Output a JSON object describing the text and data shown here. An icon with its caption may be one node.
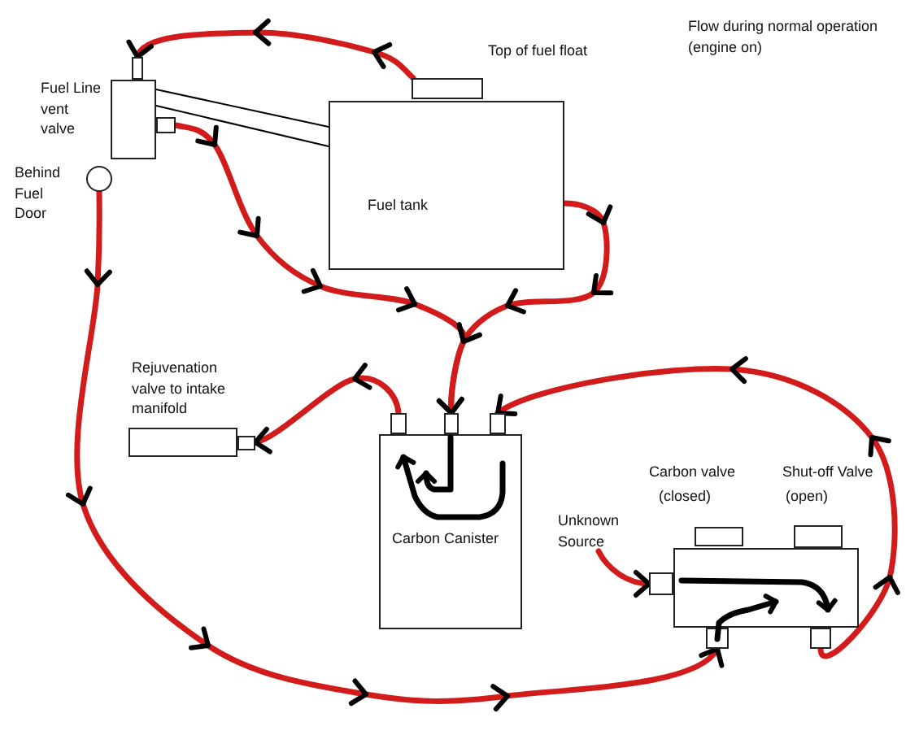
{
  "diagram": {
    "title": "Flow during normal operation (engine on)",
    "nodes": [
      {
        "text": [],
        "shape": "box",
        "beside": [
          "Fuel Line vent valve"
        ]
      },
      {
        "text": [
          "Fuel tank"
        ]
      },
      {
        "text": [],
        "shape": "box",
        "beside": [
          "Top of fuel float"
        ]
      },
      {
        "text": [],
        "shape": "circle",
        "beside": [
          "Behind Fuel Door"
        ]
      },
      {
        "text": [],
        "shape": "box",
        "beside": [
          "Rejuvenation valve to intake manifold"
        ]
      },
      {
        "text": [
          "Carbon Canister"
        ]
      },
      {
        "text": [
          "Unknown Source"
        ]
      },
      {
        "text": [],
        "shape": "box"
      },
      {
        "text": [],
        "shape": "box",
        "beside": [
          "Carbon valve (closed)"
        ]
      },
      {
        "text": [],
        "shape": "box",
        "beside": [
          "Shut-off Valve (open)"
        ]
      }
    ],
    "edges": [
      {
        "from": 2,
        "to": 0,
        "arrow": "to"
      },
      {
        "from": 0,
        "to": 1,
        "arrow": "none",
        "color": "#000000"
      },
      {
        "from": 0,
        "to": 1,
        "arrow": "none",
        "color": "#000000"
      },
      {
        "from": 0,
        "to": 5,
        "arrow": "to"
      },
      {
        "from": 1,
        "to": 5,
        "arrow": "to"
      },
      {
        "from": 5,
        "to": 4,
        "arrow": "to"
      },
      {
        "from": 7,
        "to": 5,
        "arrow": "to"
      },
      {
        "from": 3,
        "to": 7,
        "arrow": "to"
      },
      {
        "from": 6,
        "to": 7,
        "arrow": "to"
      }
    ]
  }
}
